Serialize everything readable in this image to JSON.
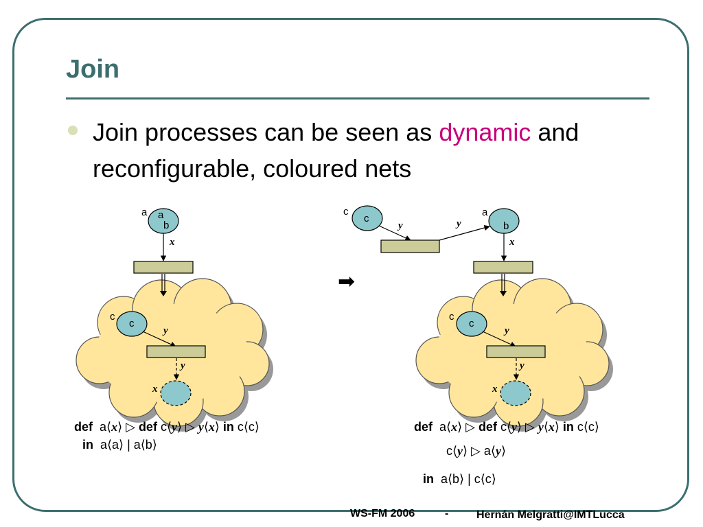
{
  "title": "Join",
  "bullet": {
    "before": "Join processes can be seen as ",
    "highlight": "dynamic",
    "after": " and reconfigurable, coloured nets"
  },
  "left": {
    "place_a_name": "a",
    "place_a_tokens": [
      "a",
      "b"
    ],
    "arc_x": "x",
    "place_c_name": "c",
    "place_c_token": "c",
    "arc_y_in": "y",
    "arc_y_out": "y",
    "dyn_place_label": "x",
    "code": {
      "kw_def": "def",
      "line1_a": "a⟨",
      "line1_x": "x",
      "line1_b": "⟩ ▷ ",
      "kw_def2": "def",
      "line1_c": " c⟨",
      "line1_y": "y",
      "line1_d": "⟩ ▷ ",
      "line1_y2": "y",
      "line1_e": "⟨",
      "line1_x2": "x",
      "line1_f": "⟩ ",
      "kw_in": "in",
      "line1_g": " c⟨c⟩",
      "kw_in2": "in",
      "line2": "a⟨a⟩ | a⟨b⟩"
    }
  },
  "arrow": "➡",
  "right": {
    "top_c_name": "c",
    "top_c_token": "c",
    "arc_y1": "y",
    "arc_y2": "y",
    "place_a_name": "a",
    "place_a_token": "b",
    "arc_x": "x",
    "place_c_name": "c",
    "place_c_token": "c",
    "arc_y_in": "y",
    "arc_y_out": "y",
    "dyn_place_label": "x",
    "code": {
      "kw_def": "def",
      "line1_a": "a⟨",
      "line1_x": "x",
      "line1_b": "⟩ ▷ ",
      "kw_def2": "def",
      "line1_c": " c⟨",
      "line1_y": "y",
      "line1_d": "⟩ ▷ ",
      "line1_y2": "y",
      "line1_e": "⟨",
      "line1_x2": "x",
      "line1_f": "⟩ ",
      "kw_in": "in",
      "line1_g": " c⟨c⟩",
      "line2_a": "c⟨",
      "line2_y": "y",
      "line2_b": "⟩ ▷ a⟨",
      "line2_y2": "y",
      "line2_c": "⟩",
      "kw_in2": "in",
      "line3": "a⟨b⟩ | c⟨c⟩"
    }
  },
  "footer": {
    "left": "WS-FM 2006",
    "sep": "-",
    "right": "Hernán Melgratti@IMTLucca"
  },
  "colors": {
    "accent": "#3c6e6e",
    "highlight": "#c8007a",
    "place_fill": "#8cc8cc",
    "transition_fill": "#cccc99",
    "cloud_fill": "#ffe69c",
    "cloud_shadow": "#999999"
  }
}
